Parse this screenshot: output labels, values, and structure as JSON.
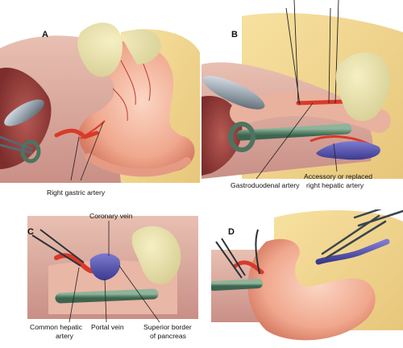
{
  "panels": {
    "a": {
      "letter": "A"
    },
    "b": {
      "letter": "B"
    },
    "c": {
      "letter": "C"
    },
    "d": {
      "letter": "D"
    }
  },
  "labels": {
    "right_gastric_artery": "Right gastric artery",
    "gastroduodenal_artery": "Gastroduodenal artery",
    "accessory_hepatic_line1": "Accessory or replaced",
    "accessory_hepatic_line2": "right hepatic artery",
    "coronary_vein": "Coronary vein",
    "common_hepatic_line1": "Common hepatic",
    "common_hepatic_line2": "artery",
    "portal_vein": "Portal vein",
    "superior_border_line1": "Superior border",
    "superior_border_line2": "of pancreas"
  }
}
